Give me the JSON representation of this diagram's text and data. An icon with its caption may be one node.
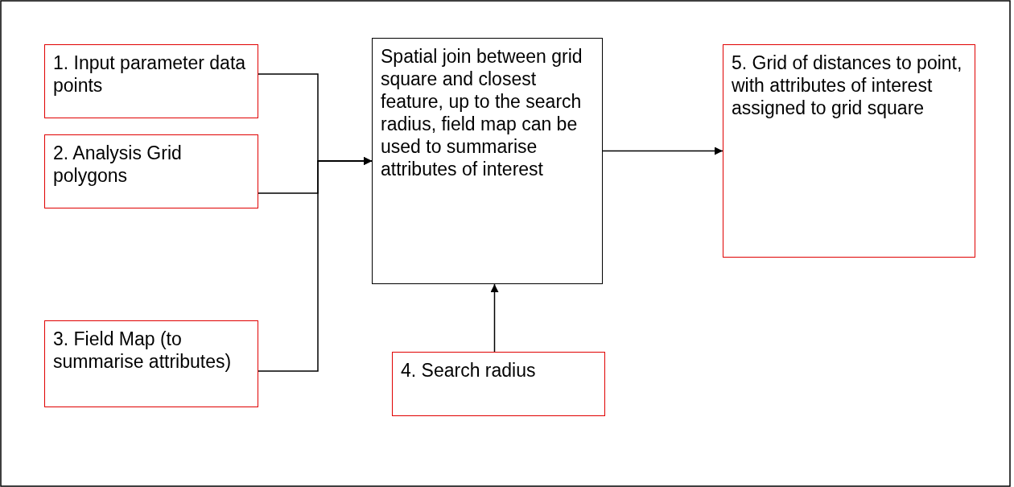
{
  "diagram": {
    "nodes": [
      {
        "text": [
          "1. Input parameter data points"
        ]
      },
      {
        "text": [
          "2. Analysis Grid polygons"
        ]
      },
      {
        "text": [
          "3. Field Map (to summarise attributes)"
        ]
      },
      {
        "text": [
          "Spatial join between grid square and closest feature, up to the search radius, field map can be used to summarise attributes of interest"
        ]
      },
      {
        "text": [
          "4. Search radius"
        ]
      },
      {
        "text": [
          "5. Grid of distances to point, with attributes of interest assigned to grid square"
        ]
      }
    ],
    "edges": [
      {
        "from": 0,
        "to": 3,
        "arrow": "to"
      },
      {
        "from": 1,
        "to": 3,
        "arrow": "to"
      },
      {
        "from": 2,
        "to": 3,
        "arrow": "to"
      },
      {
        "from": 3,
        "to": 5,
        "arrow": "to"
      },
      {
        "from": 4,
        "to": 3,
        "arrow": "to"
      }
    ]
  }
}
